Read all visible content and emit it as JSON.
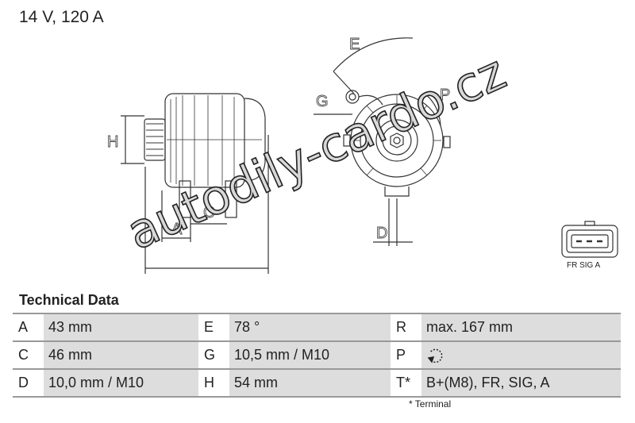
{
  "title": "14 V, 120 A",
  "drawing": {
    "dimension_labels": [
      "A",
      "C",
      "D",
      "E",
      "G",
      "H",
      "P"
    ]
  },
  "connector": {
    "label": "FR SIG A"
  },
  "watermark": "autodily-cardo.cz",
  "technical_data": {
    "heading": "Technical Data",
    "rows": [
      [
        {
          "key": "A",
          "value": "43 mm"
        },
        {
          "key": "E",
          "value": "78 °"
        },
        {
          "key": "R",
          "value": "max. 167 mm"
        }
      ],
      [
        {
          "key": "C",
          "value": "46 mm"
        },
        {
          "key": "G",
          "value": "10,5 mm / M10"
        },
        {
          "key": "P",
          "value": "rotation-clockwise-icon"
        }
      ],
      [
        {
          "key": "D",
          "value": "10,0 mm / M10"
        },
        {
          "key": "H",
          "value": "54 mm"
        },
        {
          "key": "T*",
          "value": "B+(M8), FR, SIG, A"
        }
      ]
    ],
    "footnote": "* Terminal"
  }
}
